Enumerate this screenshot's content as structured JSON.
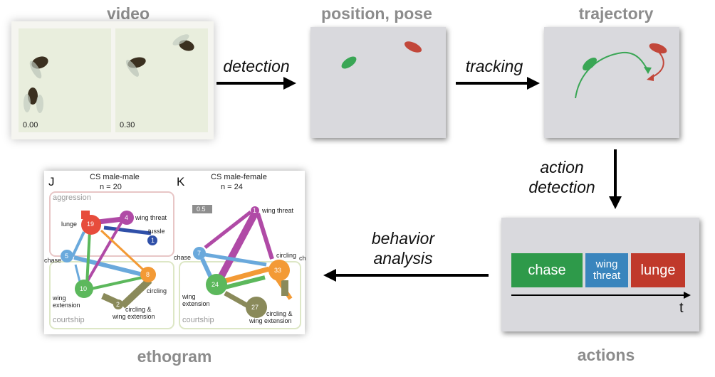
{
  "stages": {
    "video": "video",
    "position_pose": "position, pose",
    "trajectory": "trajectory",
    "ethogram": "ethogram",
    "actions": "actions"
  },
  "steps": {
    "detection": "detection",
    "tracking": "tracking",
    "action_detection_line1": "action",
    "action_detection_line2": "detection",
    "behavior_analysis_line1": "behavior",
    "behavior_analysis_line2": "analysis"
  },
  "video_frames": [
    "0.00",
    "0.30"
  ],
  "actions_panel": {
    "boxes": [
      {
        "label": "chase",
        "color": "#2e9a4a"
      },
      {
        "label_line1": "wing",
        "label_line2": "threat",
        "color": "#3a85bd"
      },
      {
        "label": "lunge",
        "color": "#c0392b"
      }
    ],
    "axis_label": "t"
  },
  "ethogram": {
    "panel_j": {
      "letter": "J",
      "title": "CS male-male",
      "n": "n = 20",
      "region_aggression": "aggression",
      "region_courtship": "courtship",
      "nodes": {
        "lunge": {
          "value": "19",
          "label": "lunge",
          "color": "#e74c3c"
        },
        "wing_threat": {
          "value": "4",
          "label": "wing threat",
          "color": "#b04aa6"
        },
        "tussle": {
          "value": "1",
          "label": "tussle",
          "color": "#2f4fa8"
        },
        "chase": {
          "value": "5",
          "label": "chase",
          "color": "#6aa9dc"
        },
        "circling": {
          "value": "8",
          "label": "circling",
          "color": "#f39a35"
        },
        "wing_extension": {
          "value": "10",
          "label_line1": "wing",
          "label_line2": "extension",
          "color": "#5cb85c"
        },
        "circling_wing_ext": {
          "value": "2",
          "label_line1": "circling &",
          "label_line2": "wing extension",
          "color": "#8a8a5a"
        }
      }
    },
    "panel_k": {
      "letter": "K",
      "title": "CS male-female",
      "n": "n = 24",
      "scale": "0.5",
      "region_courtship": "courtship",
      "nodes": {
        "wing_threat": {
          "value": "1",
          "label": "wing threat",
          "color": "#b04aa6"
        },
        "chase": {
          "value": "7",
          "label": "chase",
          "color": "#6aa9dc"
        },
        "circling": {
          "value": "33",
          "label": "circling",
          "color": "#f39a35"
        },
        "wing_extension": {
          "value": "24",
          "label_line1": "wing",
          "label_line2": "extension",
          "color": "#5cb85c"
        },
        "circling_wing_ext": {
          "value": "27",
          "label_line1": "circling &",
          "label_line2": "wing extension",
          "color": "#8a8a5a"
        }
      },
      "cut_off_label": "ch"
    }
  },
  "colors": {
    "tracked_fly_green": "#3aa655",
    "tracked_fly_red": "#c2473a",
    "arrow": "#000000"
  }
}
